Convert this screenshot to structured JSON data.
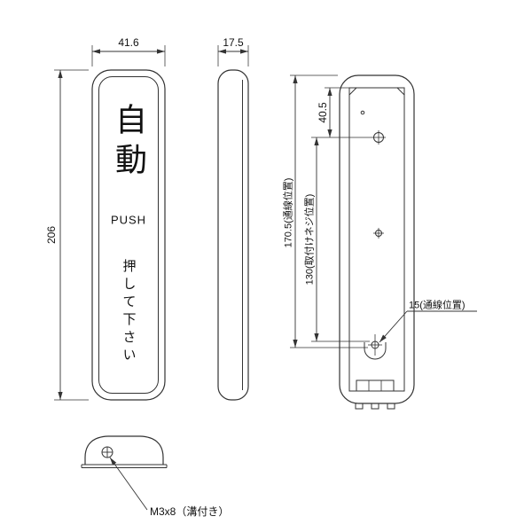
{
  "drawing": {
    "front_view": {
      "product_label": "自動",
      "push_label": "PUSH",
      "instruction_label": "押して下さい",
      "width_dim": "41.6",
      "height_dim": "206"
    },
    "side_view": {
      "depth_dim": "17.5"
    },
    "back_view": {
      "top_hole_dim": "40.5",
      "wiring_position_dim": "170.5(通線位置)",
      "screw_position_dim": "130(取付けネジ位置)",
      "bottom_wiring_dim": "15(通線位置)"
    },
    "bottom_view": {
      "screw_spec_label": "M3x8（溝付き）"
    },
    "colors": {
      "line": "#333333",
      "text": "#111111",
      "background": "#ffffff"
    }
  }
}
